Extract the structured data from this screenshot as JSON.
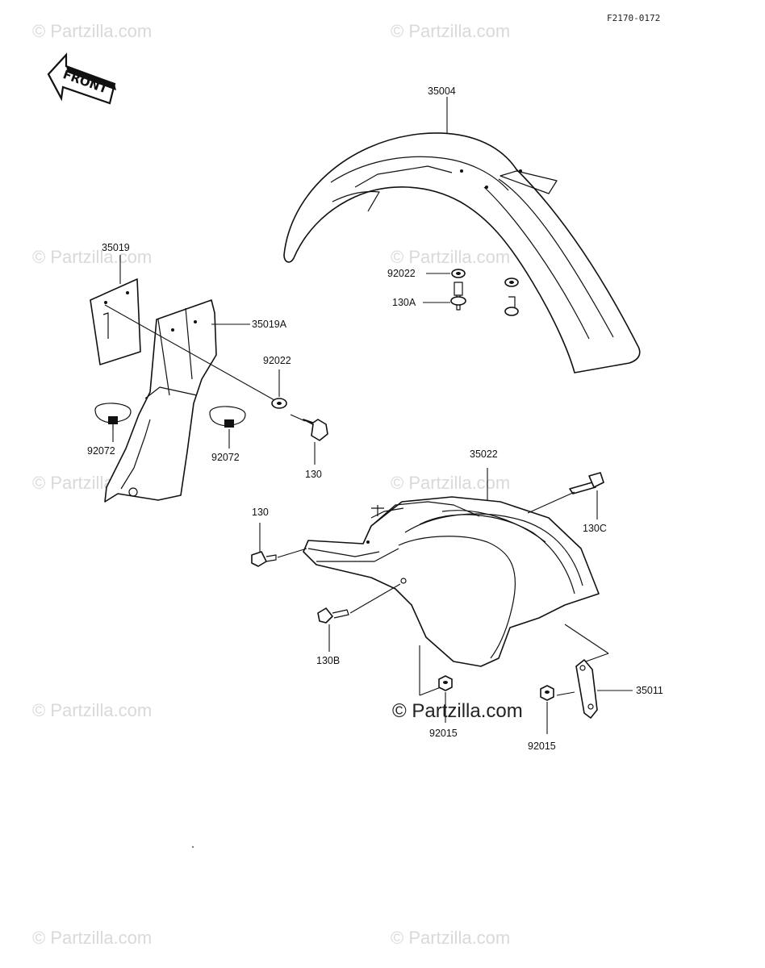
{
  "figure_code": "F2170-0172",
  "front_label": "FRONT",
  "watermark_text": "© Partzilla.com",
  "parts": {
    "p35004": "35004",
    "p35019": "35019",
    "p35019A": "35019A",
    "p92022_a": "92022",
    "p130A": "130A",
    "p92022_b": "92022",
    "p130_a": "130",
    "p92072_a": "92072",
    "p92072_b": "92072",
    "p35022": "35022",
    "p130C": "130C",
    "p130_b": "130",
    "p130B": "130B",
    "p35011": "35011",
    "p92015_a": "92015",
    "p92015_b": "92015"
  }
}
